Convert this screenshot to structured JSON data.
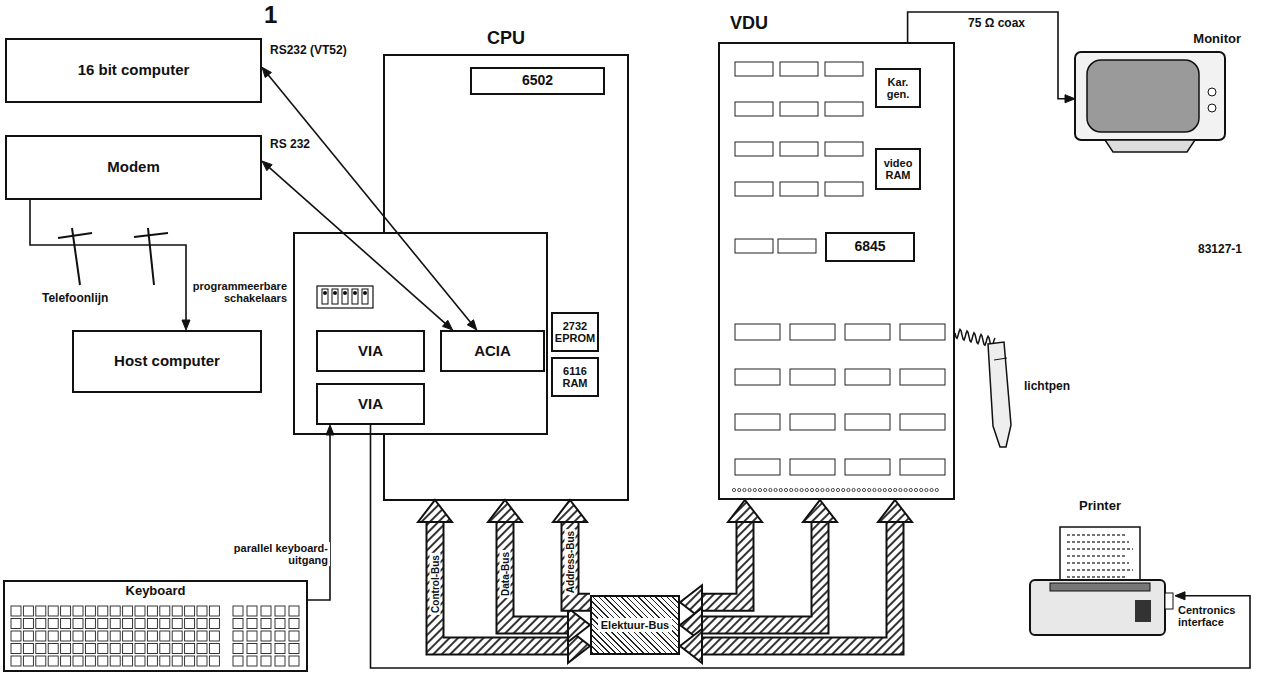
{
  "diagram": {
    "nodes": [
      {
        "text": [
          "16 bit computer"
        ]
      },
      {
        "text": [
          "Modem"
        ]
      },
      {
        "text": [
          "Host computer"
        ]
      },
      {
        "text": [
          "Keyboard"
        ]
      },
      {
        "text": [
          "CPU"
        ]
      },
      {
        "text": [
          "6502"
        ],
        "in": 4
      },
      {
        "text": [
          "programmeerbare schakelaars"
        ],
        "in": 4
      },
      {
        "text": [
          "VIA"
        ],
        "in": 6
      },
      {
        "text": [
          "ACIA"
        ],
        "in": 6
      },
      {
        "text": [
          "VIA"
        ],
        "in": 6
      },
      {
        "text": [
          "2732 EPROM"
        ],
        "in": 4
      },
      {
        "text": [
          "6116 RAM"
        ],
        "in": 4
      },
      {
        "text": [
          "VDU"
        ]
      },
      {
        "text": [
          "Kar. gen."
        ],
        "in": 12
      },
      {
        "text": [
          "video RAM"
        ],
        "in": 12
      },
      {
        "text": [
          "6845"
        ],
        "in": 12
      },
      {
        "text": [
          "Monitor"
        ]
      },
      {
        "text": [
          "Printer"
        ]
      },
      {
        "text": [
          "Elektuur-Bus"
        ]
      }
    ],
    "edges": [
      {
        "from": 8,
        "to": 0,
        "label": "RS232 (VT52)",
        "arrow": "both"
      },
      {
        "from": 8,
        "to": 1,
        "label": "RS 232",
        "arrow": "both"
      },
      {
        "from": 1,
        "to": 2,
        "label": "Telefoonlijn",
        "arrow": "to"
      },
      {
        "from": 3,
        "to": 9,
        "label": "parallel keyboard-uitgang",
        "arrow": "to"
      },
      {
        "from": 12,
        "to": 16,
        "label": "75 Ω coax",
        "arrow": "to"
      },
      {
        "from": 9,
        "to": 17,
        "label": "Centronics interface",
        "arrow": "to"
      },
      {
        "from": 18,
        "to": 4,
        "label": "Control-Bus",
        "arrow": "both"
      },
      {
        "from": 18,
        "to": 4,
        "label": "Data-Bus",
        "arrow": "both"
      },
      {
        "from": 18,
        "to": 4,
        "label": "Address-Bus",
        "arrow": "to"
      },
      {
        "from": 18,
        "to": 12,
        "arrow": "both"
      },
      {
        "from": 18,
        "to": 12,
        "arrow": "both"
      },
      {
        "from": 18,
        "to": 12,
        "arrow": "both"
      }
    ],
    "labels": [
      "1",
      "83127-1",
      "lichtpen"
    ]
  }
}
